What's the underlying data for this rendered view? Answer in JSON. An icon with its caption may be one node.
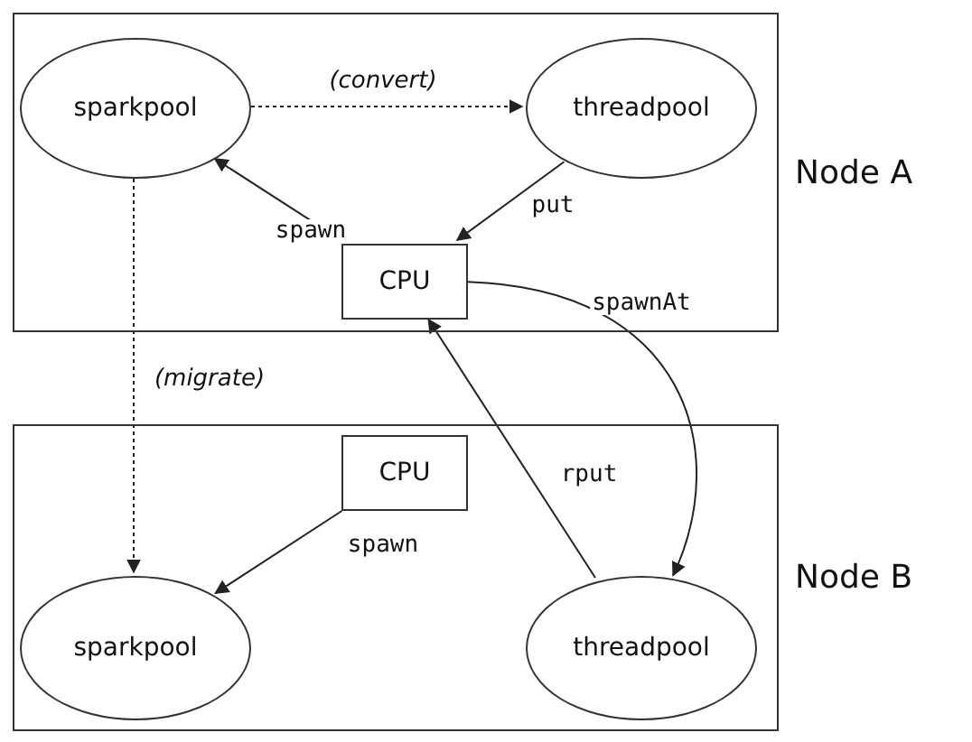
{
  "diagram": {
    "nodes": [
      {
        "text": [
          "Node A"
        ]
      },
      {
        "text": [
          "sparkpool"
        ],
        "in": 0
      },
      {
        "text": [
          "threadpool"
        ],
        "in": 0
      },
      {
        "text": [
          "CPU"
        ],
        "in": 0
      },
      {
        "text": [
          "Node B"
        ]
      },
      {
        "text": [
          "CPU"
        ],
        "in": 4
      },
      {
        "text": [
          "sparkpool"
        ],
        "in": 4
      },
      {
        "text": [
          "threadpool"
        ],
        "in": 4
      }
    ],
    "edges": [
      {
        "from": 1,
        "to": 2,
        "arrow": "to",
        "label": "(convert)",
        "style": "dashed"
      },
      {
        "from": 3,
        "to": 1,
        "arrow": "to",
        "label": "spawn"
      },
      {
        "from": 2,
        "to": 3,
        "arrow": "to",
        "label": "put"
      },
      {
        "from": 3,
        "to": 7,
        "arrow": "to",
        "label": "spawnAt"
      },
      {
        "from": 7,
        "to": 3,
        "arrow": "to",
        "label": "rput"
      },
      {
        "from": 1,
        "to": 6,
        "arrow": "to",
        "label": "(migrate)",
        "style": "dashed"
      },
      {
        "from": 5,
        "to": 6,
        "arrow": "to",
        "label": "spawn"
      }
    ]
  }
}
